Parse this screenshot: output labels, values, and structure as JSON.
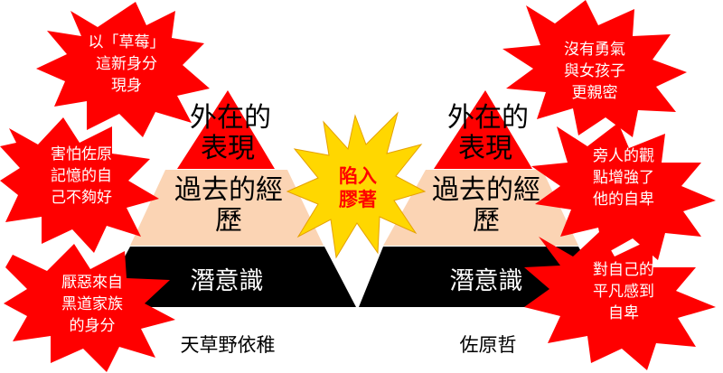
{
  "colors": {
    "burst_red": "#ff0000",
    "tier_top": "#ff0000",
    "tier_middle": "#fbd4b4",
    "tier_bottom": "#000000",
    "center_burst": "#ffd700"
  },
  "left_pyramid": {
    "top": [
      "外在的",
      "表現"
    ],
    "middle": [
      "過去的經",
      "歷"
    ],
    "bottom": "潛意識",
    "caption": "天草野依稚"
  },
  "right_pyramid": {
    "top": [
      "外在的",
      "表現"
    ],
    "middle": [
      "過去的經",
      "歷"
    ],
    "bottom": "潛意識",
    "caption": "佐原哲"
  },
  "center_burst": [
    "陷入",
    "膠著"
  ],
  "bursts": {
    "left_top": [
      "以「草莓」",
      "這新身分",
      "現身"
    ],
    "left_middle": [
      "害怕佐原",
      "記憶的自",
      "己不夠好"
    ],
    "left_bottom": [
      "厭惡來自",
      "黑道家族",
      "的身分"
    ],
    "right_top": [
      "沒有勇氣",
      "與女孩子",
      "更親密"
    ],
    "right_middle": [
      "旁人的觀",
      "點增強了",
      "他的自卑"
    ],
    "right_bottom": [
      "對自己的",
      "平凡感到",
      "自卑"
    ]
  }
}
